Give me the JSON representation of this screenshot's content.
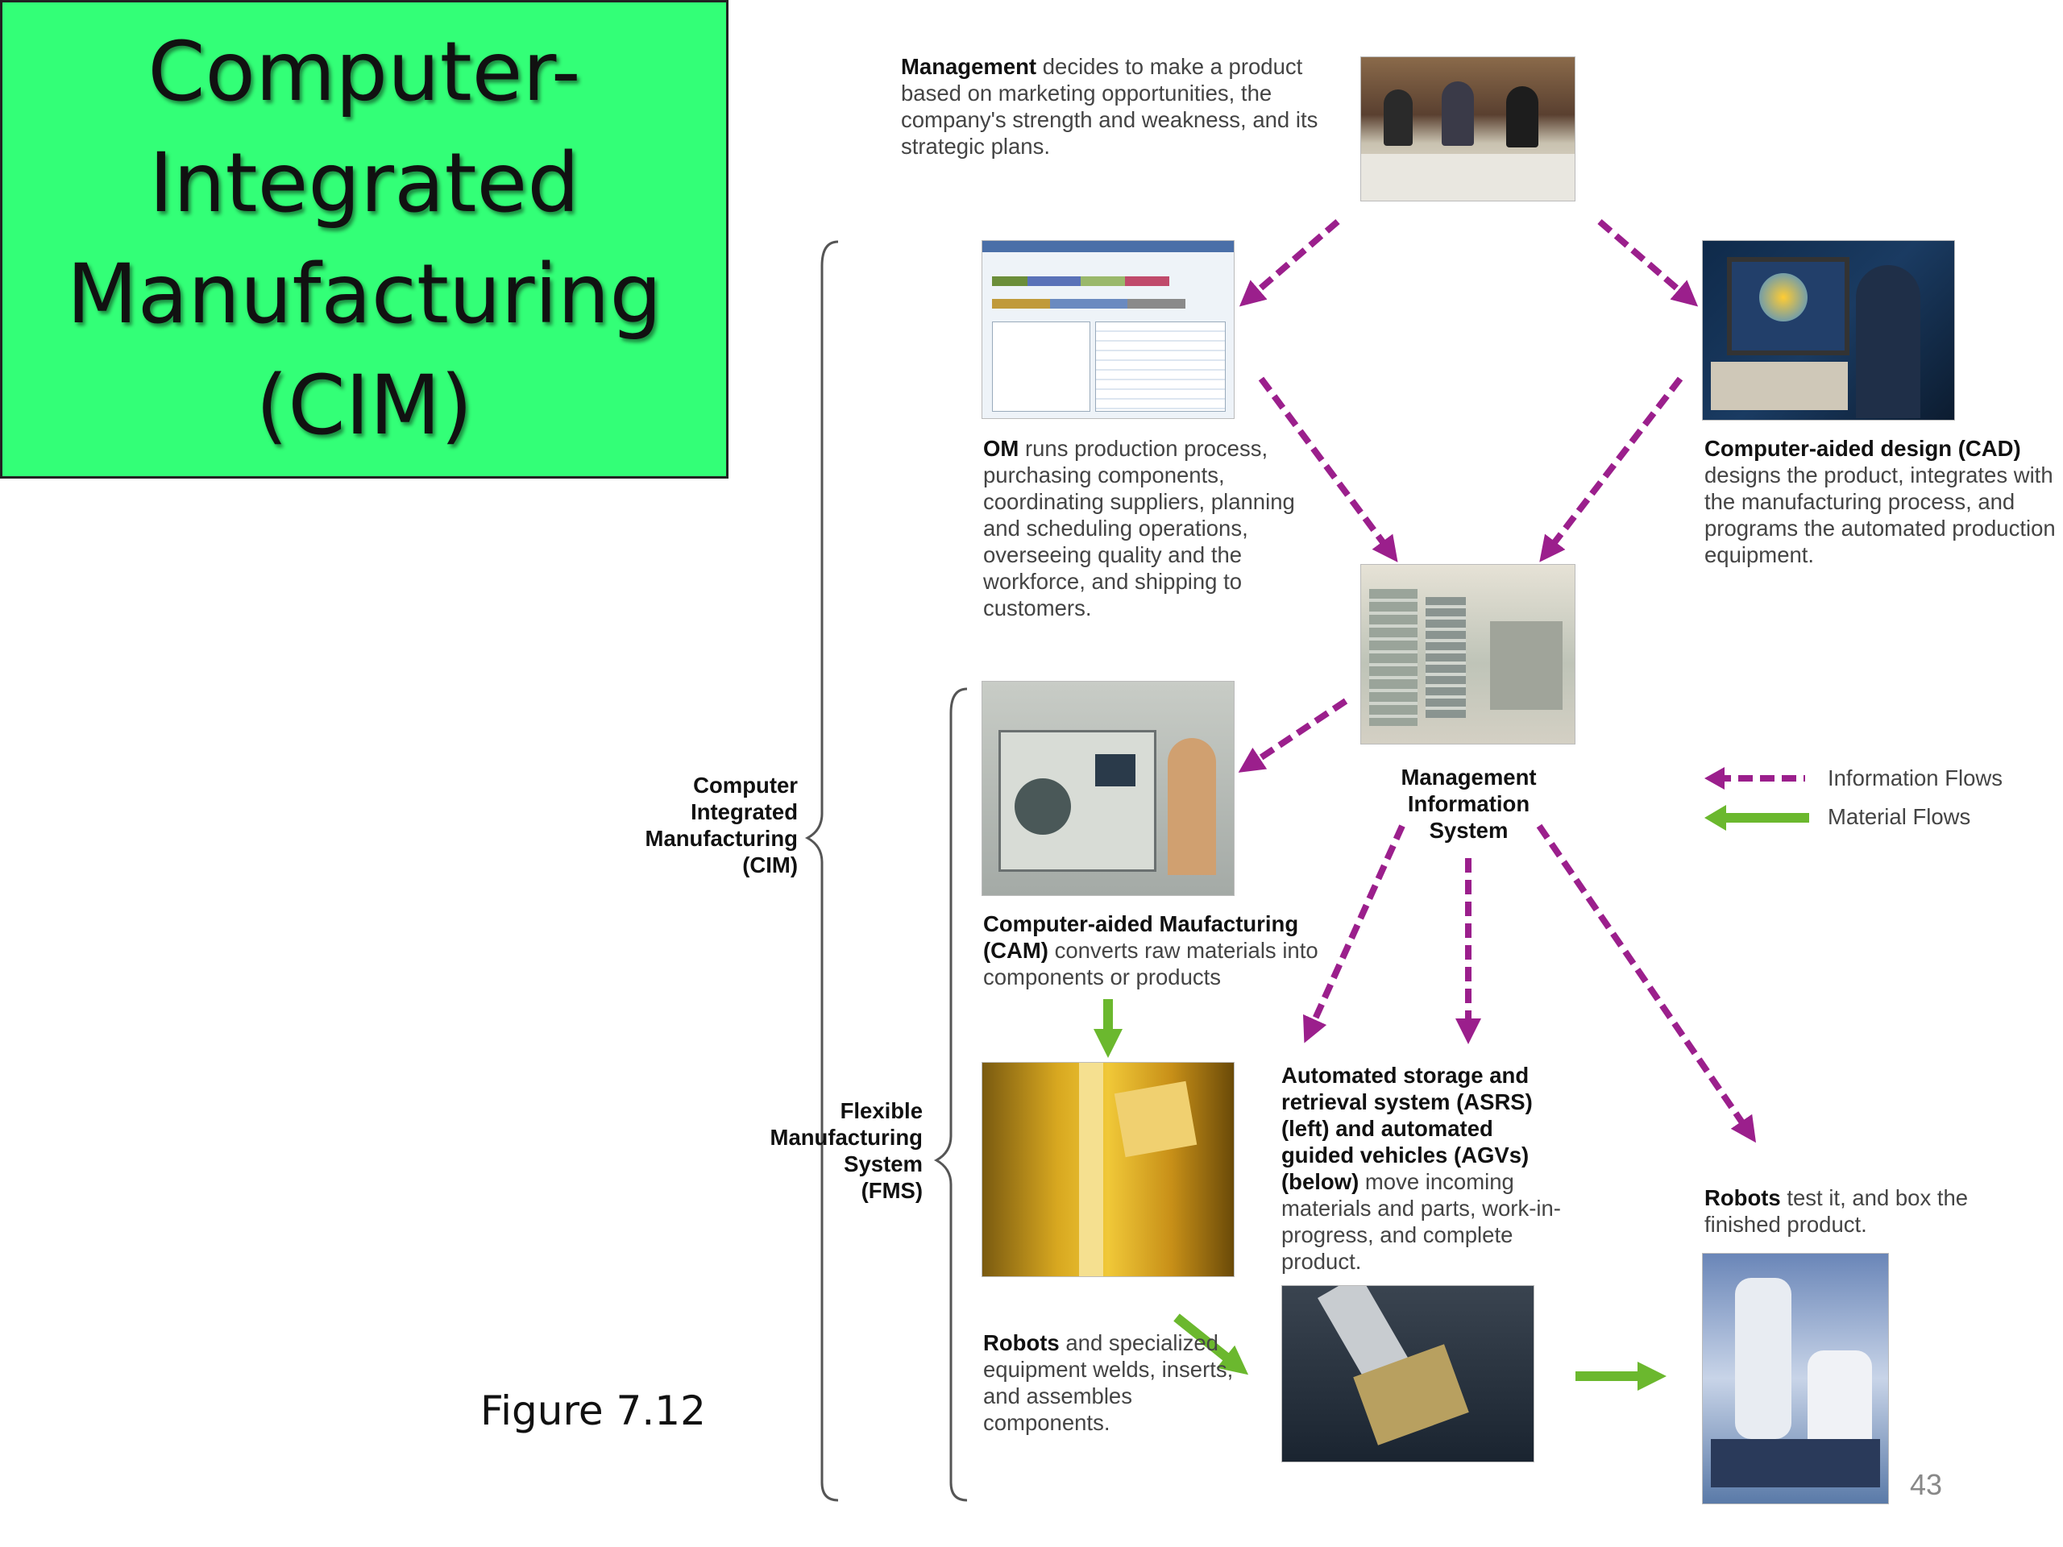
{
  "slide": {
    "title": "Computer-\nIntegrated\nManufacturing\n(CIM)",
    "figure_label": "Figure 7.12",
    "page_number": "43"
  },
  "diagram": {
    "management": {
      "bold": "Management",
      "text": " decides to make a product based on marketing opportunities, the company's strength and weakness, and its strategic plans."
    },
    "om": {
      "bold": "OM",
      "text": " runs production process, purchasing components, coordinating suppliers, planning and scheduling operations, overseeing quality and the workforce, and shipping to customers."
    },
    "cad": {
      "bold": "Computer-aided design (CAD)",
      "text": " designs the product, integrates with the manufacturing process, and programs the automated production equipment."
    },
    "mis": {
      "label": "Management\nInformation\nSystem"
    },
    "cam": {
      "bold": "Computer-aided Maufacturing (CAM)",
      "text": " converts raw materials into components or products"
    },
    "asrs": {
      "bold": "Automated storage and retrieval system (ASRS) (left) and automated guided vehicles (AGVs) (below)",
      "text": " move incoming materials and parts, work-in-progress, and complete product."
    },
    "robots_weld": {
      "bold": "Robots",
      "text": " and specialized equipment welds, inserts, and assembles components."
    },
    "robots_test": {
      "bold": "Robots",
      "text": " test it, and box the finished product."
    },
    "brace_cim": "Computer\nIntegrated\nManufacturing\n(CIM)",
    "brace_fms": "Flexible\nManufacturing\nSystem\n(FMS)",
    "legend": {
      "info": "Information Flows",
      "material": "Material Flows"
    },
    "colors": {
      "info_flow": "#9b1f8c",
      "material_flow": "#6bb82e",
      "title_bg": "#33ff77"
    }
  }
}
